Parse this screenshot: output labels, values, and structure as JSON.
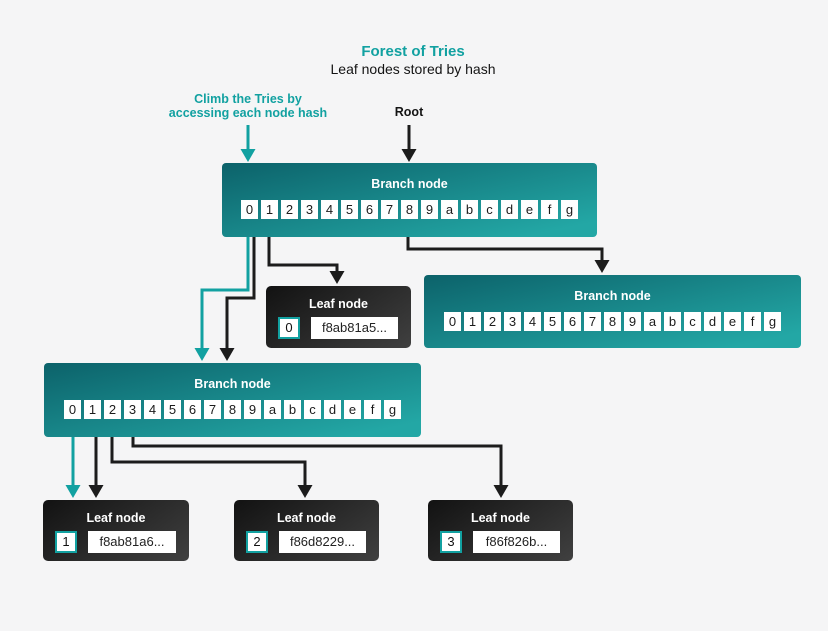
{
  "header": {
    "title": "Forest of Tries",
    "subtitle": "Leaf nodes stored by hash"
  },
  "annotations": {
    "climb_line1": "Climb the Tries by",
    "climb_line2": "accessing each node hash",
    "root_label": "Root"
  },
  "colors": {
    "accent_teal": "#12a1a1",
    "arrow_black": "#1c1c1c",
    "background": "#f5f5f6",
    "branch_grad_top": "#0c626a",
    "branch_grad_bottom": "#23a7a5",
    "leaf_grad_top": "#121212",
    "leaf_grad_bottom": "#404040",
    "cell_background": "#ffffff"
  },
  "branch_cells": [
    "0",
    "1",
    "2",
    "3",
    "4",
    "5",
    "6",
    "7",
    "8",
    "9",
    "a",
    "b",
    "c",
    "d",
    "e",
    "f",
    "g"
  ],
  "nodes": {
    "branch_top": {
      "label": "Branch node"
    },
    "branch_right": {
      "label": "Branch node"
    },
    "branch_mid": {
      "label": "Branch node"
    },
    "leaf_root": {
      "label": "Leaf node",
      "index": "0",
      "hash": "f8ab81a5..."
    },
    "leaf_1": {
      "label": "Leaf node",
      "index": "1",
      "hash": "f8ab81a6..."
    },
    "leaf_2": {
      "label": "Leaf node",
      "index": "2",
      "hash": "f86d8229..."
    },
    "leaf_3": {
      "label": "Leaf node",
      "index": "3",
      "hash": "f86f826b..."
    }
  }
}
